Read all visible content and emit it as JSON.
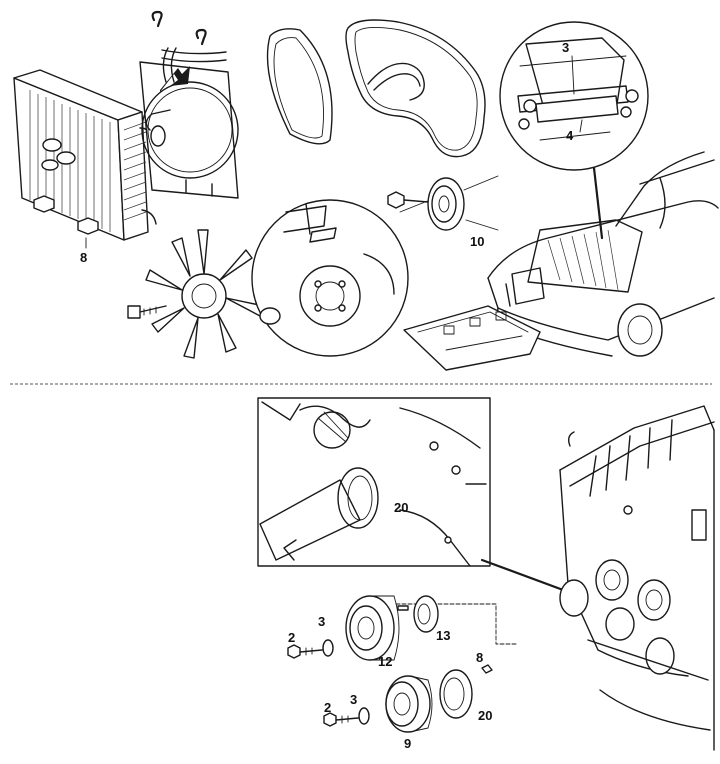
{
  "callouts": {
    "c3_top": "3",
    "c4_top": "4",
    "c8_top": "8",
    "c10": "10",
    "c20_detail": "20",
    "c3_a": "3",
    "c2_a": "2",
    "c13": "13",
    "c12": "12",
    "c8_bottom": "8",
    "c3_b": "3",
    "c2_b": "2",
    "c20_bottom": "20",
    "c9": "9"
  }
}
